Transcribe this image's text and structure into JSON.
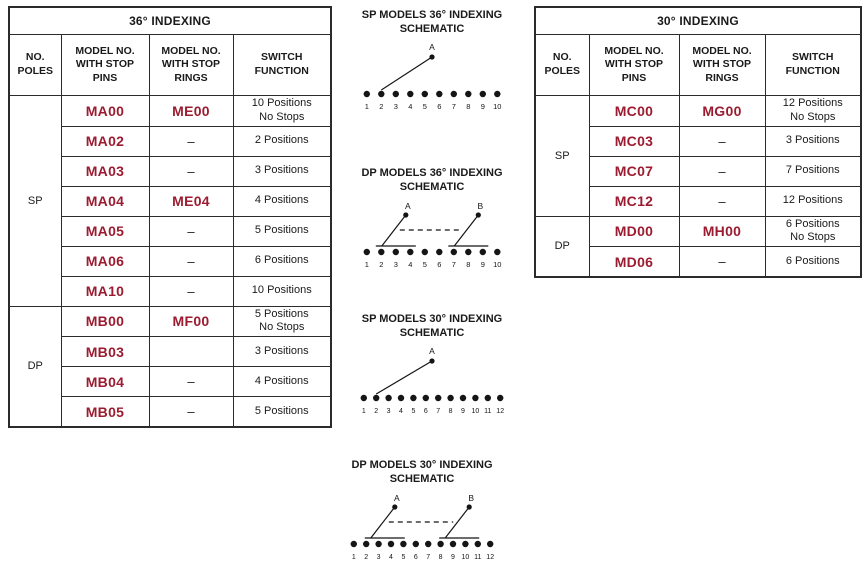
{
  "colors": {
    "model_red": "#9b1c30",
    "line_black": "#151515"
  },
  "t36": {
    "title": "36° INDEXING",
    "headers": [
      "NO.\nPOLES",
      "MODEL NO.\nWITH STOP\nPINS",
      "MODEL NO.\nWITH STOP\nRINGS",
      "SWITCH\nFUNCTION"
    ],
    "groups": [
      {
        "poles": "SP",
        "rows": [
          {
            "pins": "MA00",
            "rings": "ME00",
            "fn": "10 Positions\nNo Stops"
          },
          {
            "pins": "MA02",
            "rings": "–",
            "fn": "2 Positions"
          },
          {
            "pins": "MA03",
            "rings": "–",
            "fn": "3 Positions"
          },
          {
            "pins": "MA04",
            "rings": "ME04",
            "fn": "4 Positions"
          },
          {
            "pins": "MA05",
            "rings": "–",
            "fn": "5 Positions"
          },
          {
            "pins": "MA06",
            "rings": "–",
            "fn": "6 Positions"
          },
          {
            "pins": "MA10",
            "rings": "–",
            "fn": "10 Positions"
          }
        ]
      },
      {
        "poles": "DP",
        "rows": [
          {
            "pins": "MB00",
            "rings": "MF00",
            "fn": "5 Positions\nNo Stops"
          },
          {
            "pins": "MB03",
            "rings": "",
            "fn": "3 Positions"
          },
          {
            "pins": "MB04",
            "rings": "–",
            "fn": "4 Positions"
          },
          {
            "pins": "MB05",
            "rings": "–",
            "fn": "5 Positions"
          }
        ]
      }
    ]
  },
  "t30": {
    "title": "30° INDEXING",
    "headers": [
      "NO.\nPOLES",
      "MODEL NO.\nWITH STOP\nPINS",
      "MODEL NO.\nWITH STOP\nRINGS",
      "SWITCH\nFUNCTION"
    ],
    "groups": [
      {
        "poles": "SP",
        "rows": [
          {
            "pins": "MC00",
            "rings": "MG00",
            "fn": "12 Positions\nNo Stops"
          },
          {
            "pins": "MC03",
            "rings": "–",
            "fn": "3 Positions"
          },
          {
            "pins": "MC07",
            "rings": "–",
            "fn": "7 Positions"
          },
          {
            "pins": "MC12",
            "rings": "–",
            "fn": "12 Positions"
          }
        ]
      },
      {
        "poles": "DP",
        "rows": [
          {
            "pins": "MD00",
            "rings": "MH00",
            "fn": "6 Positions\nNo Stops"
          },
          {
            "pins": "MD06",
            "rings": "–",
            "fn": "6 Positions"
          }
        ]
      }
    ]
  },
  "schematics": [
    {
      "title": "SP MODELS 36° INDEXING\nSCHEMATIC",
      "type": "sp",
      "contacts": 10,
      "wipers": [
        "A"
      ],
      "contact_labels": "1 2 3 4 5 6 7 8 9 10"
    },
    {
      "title": "DP MODELS 36° INDEXING\nSCHEMATIC",
      "type": "dp",
      "contacts": 10,
      "wipers": [
        "A",
        "B"
      ],
      "contact_labels": "1 2 3 4 5 6 7 8 9 10"
    },
    {
      "title": "SP MODELS 30° INDEXING\nSCHEMATIC",
      "type": "sp",
      "contacts": 12,
      "wipers": [
        "A"
      ],
      "contact_labels": "1 2 3 4 5 6 7 8 9 10 11 12"
    },
    {
      "title": "DP MODELS 30° INDEXING\nSCHEMATIC",
      "type": "dp",
      "contacts": 12,
      "wipers": [
        "A",
        "B"
      ],
      "contact_labels": "1 2 3 4 5 6 7 8 9 10 11 12"
    }
  ]
}
